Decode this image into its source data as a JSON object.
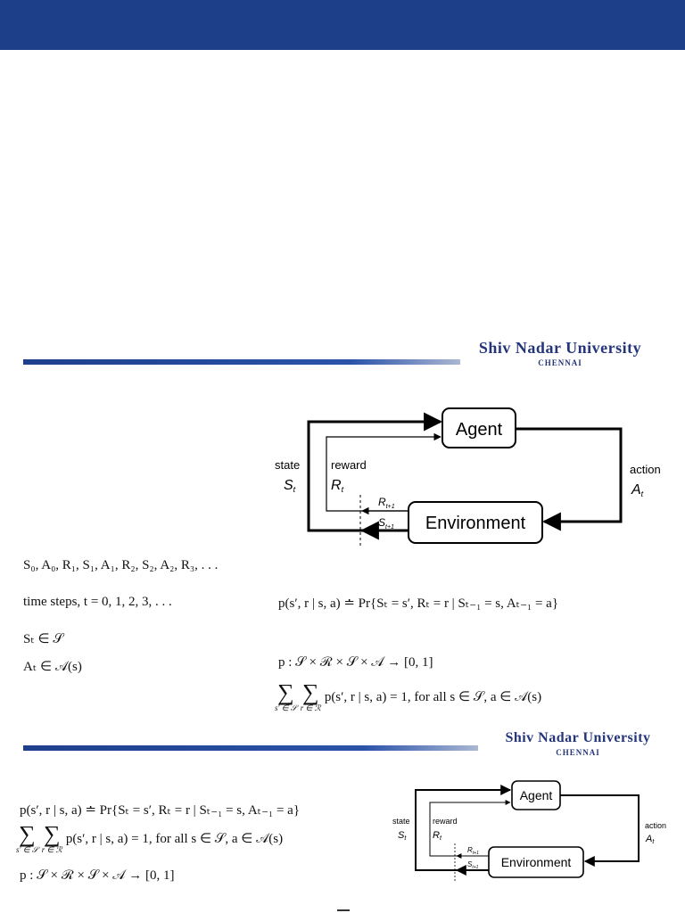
{
  "header": {
    "color": "#1d3f8a"
  },
  "logo": {
    "line1": "Shiv Nadar University",
    "line2": "CHENNAI",
    "color": "#24357a"
  },
  "slide1": {
    "diagram": {
      "agent": "Agent",
      "environment": "Environment",
      "state_label": "state",
      "state_var": "S",
      "state_sub": "t",
      "reward_label": "reward",
      "reward_var": "R",
      "reward_sub": "t",
      "action_label": "action",
      "action_var": "A",
      "action_sub": "t",
      "r_next_var": "R",
      "r_next_sub": "t+1",
      "s_next_var": "S",
      "s_next_sub": "t+1"
    },
    "sequence": "S₀, A₀, R₁, S₁, A₁, R₂, S₂, A₂, R₃, . . .",
    "time_steps": "time steps, t = 0, 1, 2, 3, . . .",
    "dynamics": "p(s′, r | s, a)  ≐  Pr{Sₜ = s′, Rₜ = r | Sₜ₋₁ = s, Aₜ₋₁ = a}",
    "state_set": "Sₜ ∈ 𝒮",
    "action_set": "Aₜ ∈ 𝒜(s)",
    "mapping": "p : 𝒮 × ℛ × 𝒮 × 𝒜 → [0, 1]",
    "sum_sub1": "s′ ∈ 𝒮",
    "sum_sub2": "r ∈ ℛ",
    "normalization": "p(s′, r | s, a) = 1,  for all s ∈ 𝒮, a ∈ 𝒜(s)"
  },
  "slide2": {
    "dynamics": "p(s′, r | s, a)  ≐  Pr{Sₜ = s′, Rₜ = r | Sₜ₋₁ = s, Aₜ₋₁ = a}",
    "sum_sub1": "s′ ∈ 𝒮",
    "sum_sub2": "r ∈ ℛ",
    "normalization": "p(s′, r | s, a) = 1,  for all s ∈ 𝒮, a ∈ 𝒜(s)",
    "mapping": "p : 𝒮 × ℛ × 𝒮 × 𝒜 → [0, 1]"
  }
}
